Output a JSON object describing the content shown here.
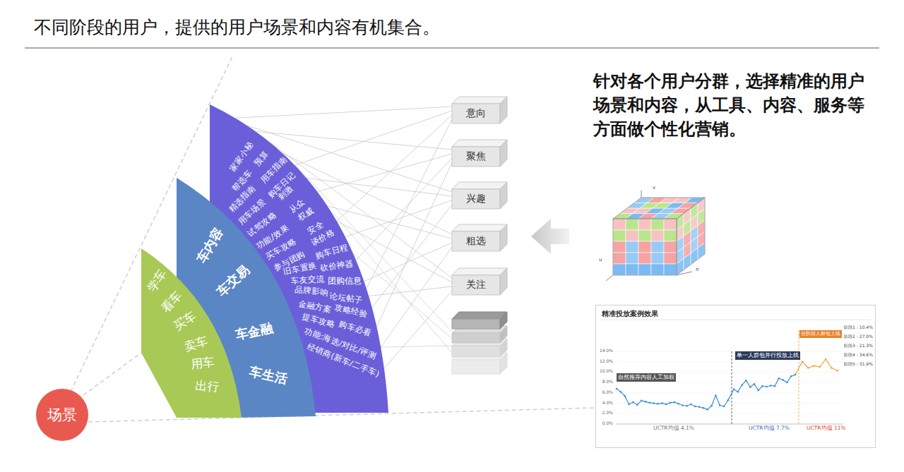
{
  "diagram": {
    "title": "不同阶段的用户，提供的用户场景和内容有机集合。",
    "nodes": [
      {
        "text": [
          "家家小秘",
          "帮选车",
          "预算",
          "精选指南",
          "用车指南",
          "用车场景",
          "购车日记",
          "试驾攻略",
          "刺激",
          "从众",
          "功能/效果",
          "权威",
          "买车攻略",
          "安全",
          "参与团购",
          "谈价格",
          "购车日程",
          "旧车置换",
          "砍价神器",
          "车友交流",
          "团购信息",
          "品牌影响",
          "论坛帖子",
          "金融方案",
          "攻略经验",
          "提车攻略",
          "购车必看",
          "功能:海选/对比/评测",
          "经销商(新车/二手车)"
        ]
      },
      {
        "text": [
          "车内容",
          "车交易",
          "车金融",
          "车生活"
        ]
      },
      {
        "text": [
          "学车",
          "看车",
          "买车",
          "卖车",
          "用车",
          "出行"
        ]
      },
      {
        "text": [
          "场景"
        ]
      },
      {
        "text": [
          "意向"
        ]
      },
      {
        "text": [
          "聚焦"
        ]
      },
      {
        "text": [
          "兴趣"
        ]
      },
      {
        "text": [
          "粗选"
        ]
      },
      {
        "text": [
          "关注"
        ]
      },
      {
        "text": [
          "精准投放案例效果"
        ]
      },
      {
        "text": [
          "自然推荐内容人工加权"
        ],
        "in": 9
      },
      {
        "text": [
          "单一人群包并行投放上线"
        ],
        "in": 9
      },
      {
        "text": [
          "分阶段人群包上线"
        ],
        "in": 9
      }
    ],
    "edges": [
      {
        "from": 0,
        "to": 4,
        "arrow": "none"
      },
      {
        "from": 0,
        "to": 5,
        "arrow": "none"
      },
      {
        "from": 0,
        "to": 6,
        "arrow": "none"
      },
      {
        "from": 0,
        "to": 7,
        "arrow": "none"
      },
      {
        "from": 0,
        "to": 8,
        "arrow": "none"
      }
    ],
    "labels": [
      "针对各个用户分群，选择精准的用户场景和内容，从工具、内容、服务等方面做个性化营销。",
      "v",
      "u",
      "n",
      "14.0%",
      "12.0%",
      "10.0%",
      "8.0%",
      "6.0%",
      "4.0%",
      "2.0%",
      "0.0%",
      "UCTR均值 4.1%",
      "UCTR均值 7.7%",
      "UCTR均值 11%",
      "阶段1：10.4%",
      "阶段2：27.0%",
      "阶段3：21.3%",
      "阶段4：34.6%",
      "阶段5：31.9%"
    ]
  }
}
